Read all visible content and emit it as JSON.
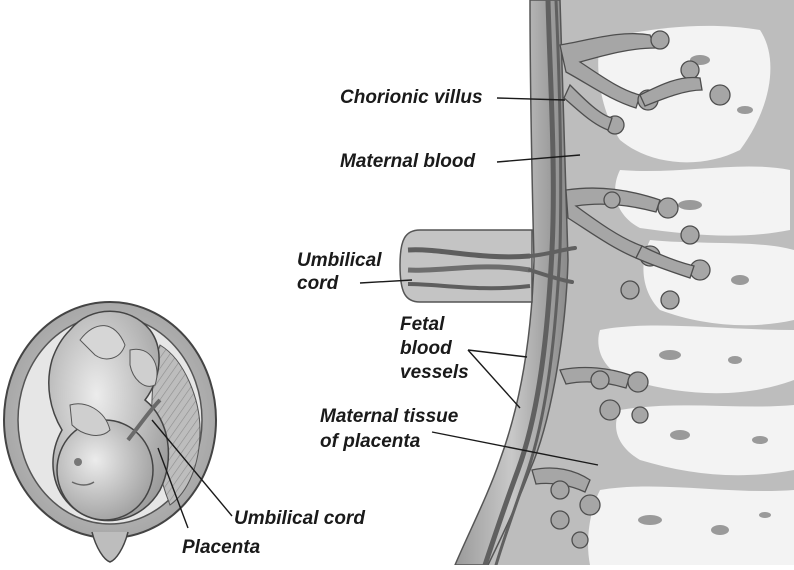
{
  "labels": {
    "chorionic_villus": "Chorionic villus",
    "maternal_blood": "Maternal blood",
    "umbilical_cord_line1": "Umbilical",
    "umbilical_cord_line2": "cord",
    "fetal_line1": "Fetal",
    "fetal_line2": "blood",
    "fetal_line3": "vessels",
    "maternal_tissue_line1": "Maternal tissue",
    "maternal_tissue_line2": "of placenta",
    "umbilical_cord_small": "Umbilical cord",
    "placenta_small": "Placenta"
  },
  "colors": {
    "ink": "#1a1a1a",
    "tissue_dark": "#8c8c8c",
    "tissue_mid": "#b3b3b3",
    "tissue_light": "#d9d9d9",
    "blood_space": "#f2f2f2",
    "vessel": "#6e6e6e"
  }
}
